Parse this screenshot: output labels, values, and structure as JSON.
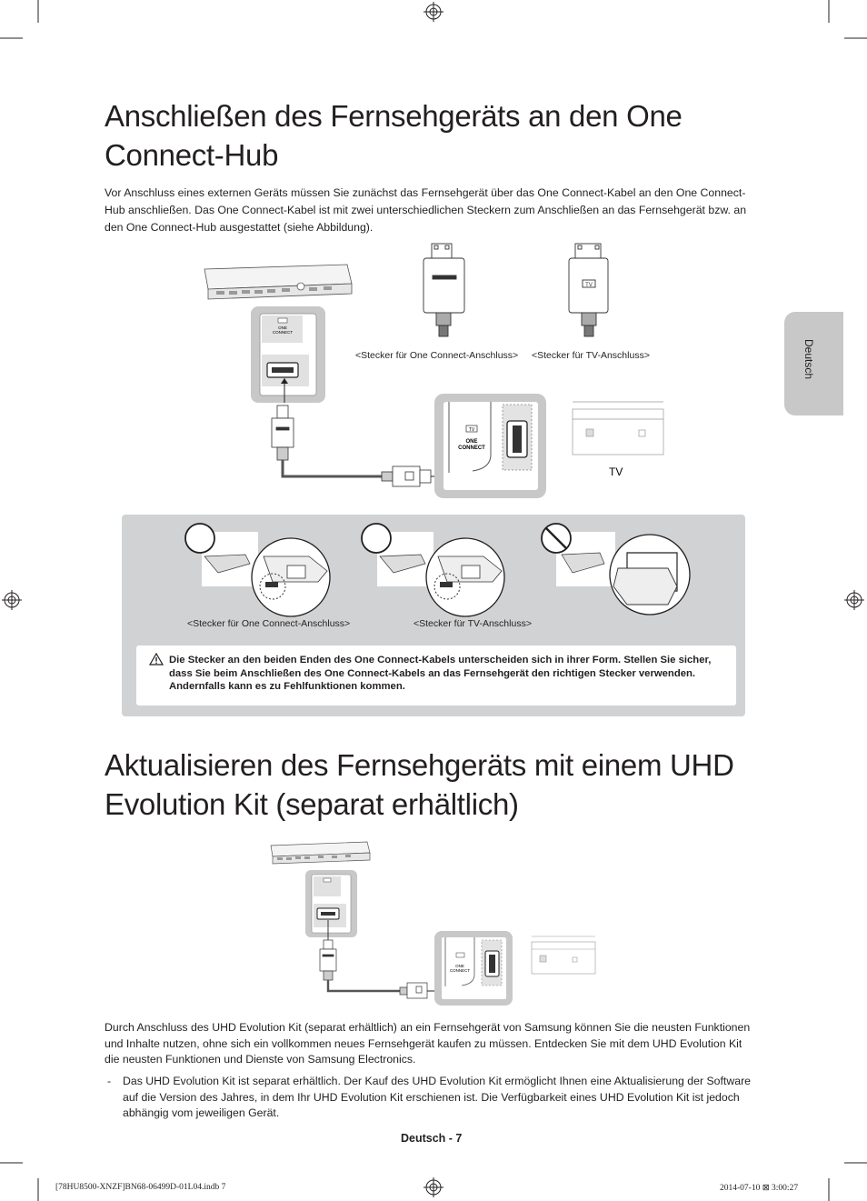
{
  "section1": {
    "title_line1": "Anschließen des Fernsehgeräts an den One",
    "title_line2": "Connect-Hub",
    "intro": "Vor Anschluss eines externen Geräts müssen Sie zunächst das Fernsehgerät über das One Connect-Kabel an den One Connect-Hub anschließen. Das One Connect-Kabel ist mit zwei unterschiedlichen Steckern zum Anschließen an das Fernsehgerät bzw. an den One Connect-Hub ausgestattet (siehe Abbildung)."
  },
  "diagram1": {
    "caption_one_connect": "<Stecker für One Connect-Anschluss>",
    "caption_tv": "<Stecker für TV-Anschluss>",
    "tv_label": "TV",
    "port_label_one": "ONE",
    "port_label_connect": "CONNECT",
    "port_label_tv": "TV"
  },
  "warning_panel": {
    "caption_one_connect": "<Stecker für One Connect-Anschluss>",
    "caption_tv": "<Stecker für TV-Anschluss>",
    "warning_text": "Die Stecker an den beiden Enden des One Connect-Kabels unterscheiden sich in ihrer Form. Stellen Sie sicher, dass Sie beim Anschließen des One Connect-Kabels an das Fernsehgerät den richtigen Stecker verwenden. Andernfalls kann es zu Fehlfunktionen kommen."
  },
  "section2": {
    "title_line1": "Aktualisieren des Fernsehgeräts mit einem UHD",
    "title_line2": "Evolution Kit (separat erhältlich)",
    "paragraph": "Durch Anschluss des UHD Evolution Kit (separat erhältlich) an ein Fernsehgerät von Samsung können Sie die neusten Funktionen und Inhalte nutzen, ohne sich ein vollkommen neues Fernsehgerät kaufen zu müssen. Entdecken Sie mit dem UHD Evolution Kit die neusten Funktionen und Dienste von Samsung Electronics.",
    "bullet_marker": "-",
    "bullet": "Das UHD Evolution Kit ist separat erhältlich. Der Kauf des UHD Evolution Kit ermöglicht Ihnen eine Aktualisierung der Software auf die Version des Jahres, in dem Ihr UHD Evolution Kit erschienen ist. Die Verfügbarkeit eines UHD Evolution Kit ist jedoch abhängig vom jeweiligen Gerät."
  },
  "side_tab": {
    "label": "Deutsch"
  },
  "page_number": "Deutsch - 7",
  "footer": {
    "file": "[78HU8500-XNZF]BN68-06499D-01L04.indb   7",
    "timestamp": "2014-07-10   ⊠ 3:00:27"
  },
  "colors": {
    "panel_grey": "#d1d2d3",
    "callout_grey": "#c8c8c8",
    "text": "#231f20"
  }
}
